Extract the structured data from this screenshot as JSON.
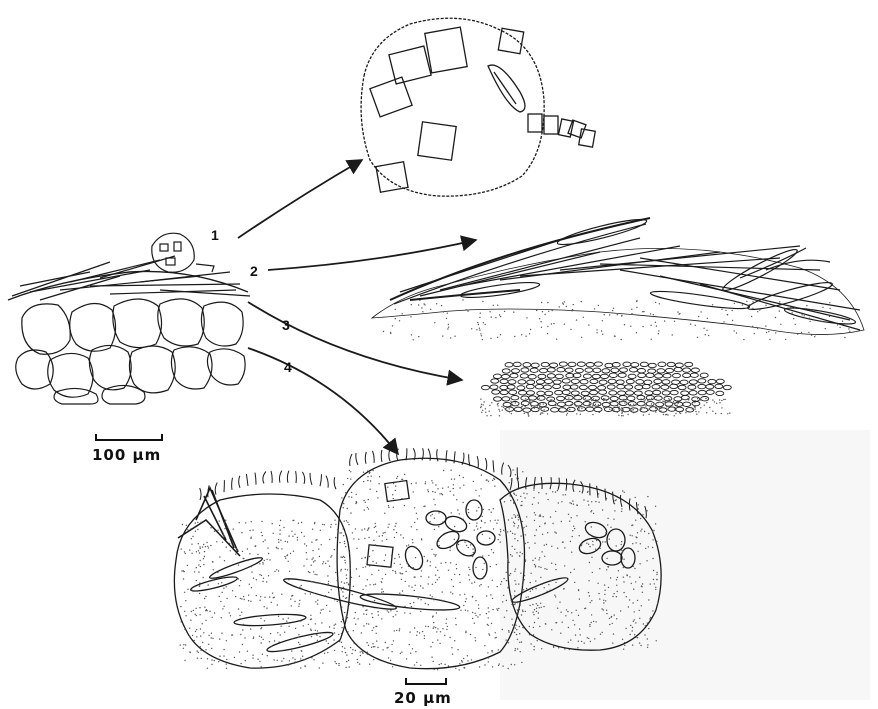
{
  "figure": {
    "callouts": [
      {
        "number": "1",
        "target": "detached aggregate"
      },
      {
        "number": "2",
        "target": "mat of elongated pennate diatoms"
      },
      {
        "number": "3",
        "target": "dense layer of small cells"
      },
      {
        "number": "4",
        "target": "coated cell surfaces with diatoms"
      }
    ],
    "scale_bars": {
      "overview": "100 μm",
      "detail": "20 μm"
    },
    "colors": {
      "ink": "#1a1a1a",
      "paper": "#ffffff",
      "stipple": "#555555"
    }
  }
}
